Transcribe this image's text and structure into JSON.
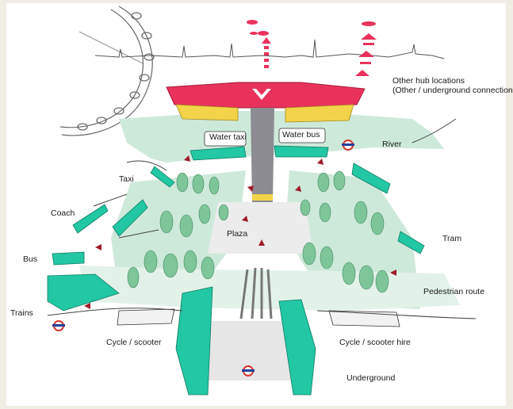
{
  "labels": {
    "hub": "Other hub locations",
    "hub_sub": "(Other / underground connections)",
    "water_taxi": "Water taxi",
    "water_bus": "Water bus",
    "river": "River",
    "taxi": "Taxi",
    "coach": "Coach",
    "plaza": "Plaza",
    "tram": "Tram",
    "bus": "Bus",
    "pedestrian": "Pedestrian route",
    "trains": "Trains",
    "cycle_left": "Cycle / scooter",
    "cycle_right": "Cycle / scooter hire",
    "underground": "Underground"
  },
  "colors": {
    "green_zone": "#cde9da",
    "tree": "#7fc59a",
    "teal_vehicle": "#22c7a4",
    "roof": "#e8325c",
    "yellow": "#f2d34a",
    "walkway": "#8c8c92",
    "roundel_red": "#d3362e",
    "roundel_blue": "#1f3f9a"
  },
  "icons": [
    "underground-roundel-icon",
    "arrow-icon"
  ]
}
